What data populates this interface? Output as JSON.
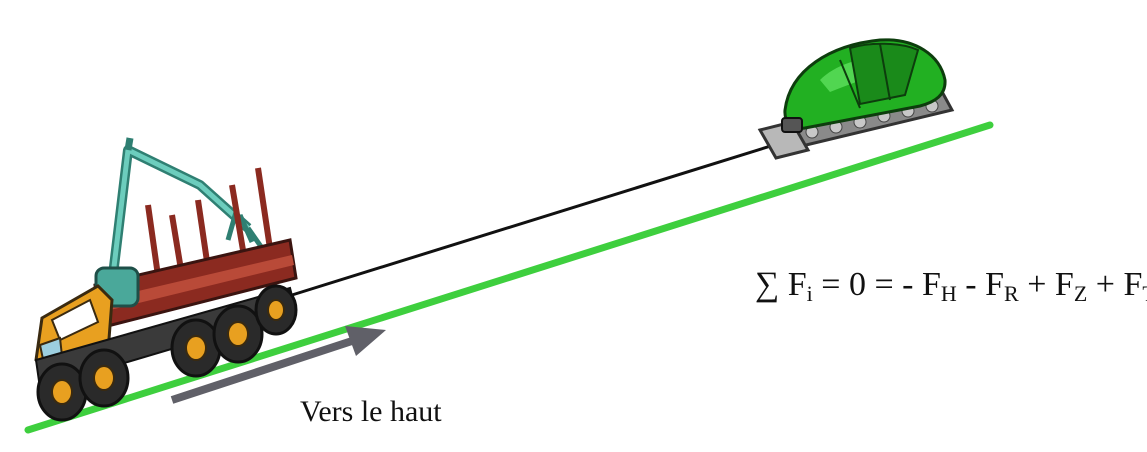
{
  "formula": {
    "sum": "∑",
    "f_i": "F",
    "f_i_sub": "i",
    "eq_zero": " = 0 = - ",
    "f_h": "F",
    "f_h_sub": "H",
    "minus": " - ",
    "f_r": "F",
    "f_r_sub": "R",
    "plus1": " + ",
    "f_z": "F",
    "f_z_sub": "Z",
    "plus2": " + ",
    "f_tw": "F",
    "f_tw_sub": "TW"
  },
  "direction_label": "Vers le haut",
  "colors": {
    "slope": "#3ecf3e",
    "cable": "#111111",
    "arrow": "#606068",
    "winch_body": "#22b022",
    "forwarder_cab": "#e8a020",
    "forwarder_frame": "#8b2a20",
    "forwarder_crane": "#4aa89a"
  },
  "icons": [
    "forwarder-vehicle-icon",
    "winch-tractor-icon"
  ]
}
